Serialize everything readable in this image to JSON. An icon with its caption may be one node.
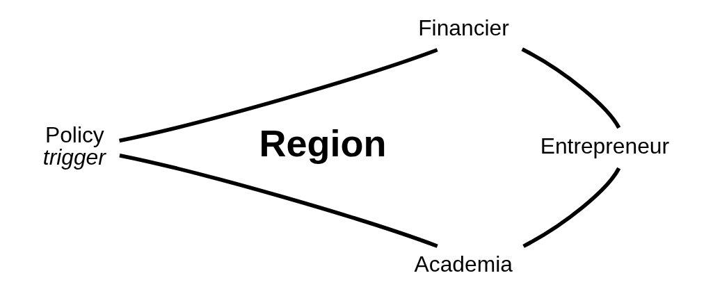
{
  "diagram": {
    "nodes": [
      {
        "text": [
          "Financier"
        ]
      },
      {
        "text": [
          "Entrepreneur"
        ]
      },
      {
        "text": [
          "Academia"
        ]
      },
      {
        "text": [
          "Policy",
          "trigger"
        ]
      }
    ],
    "edges": [
      {
        "from": 0,
        "to": 1,
        "arrow": "none"
      },
      {
        "from": 1,
        "to": 2,
        "arrow": "none"
      },
      {
        "from": 2,
        "to": 3,
        "arrow": "none"
      },
      {
        "from": 3,
        "to": 0,
        "arrow": "none"
      }
    ],
    "labels": [
      "Region"
    ]
  }
}
